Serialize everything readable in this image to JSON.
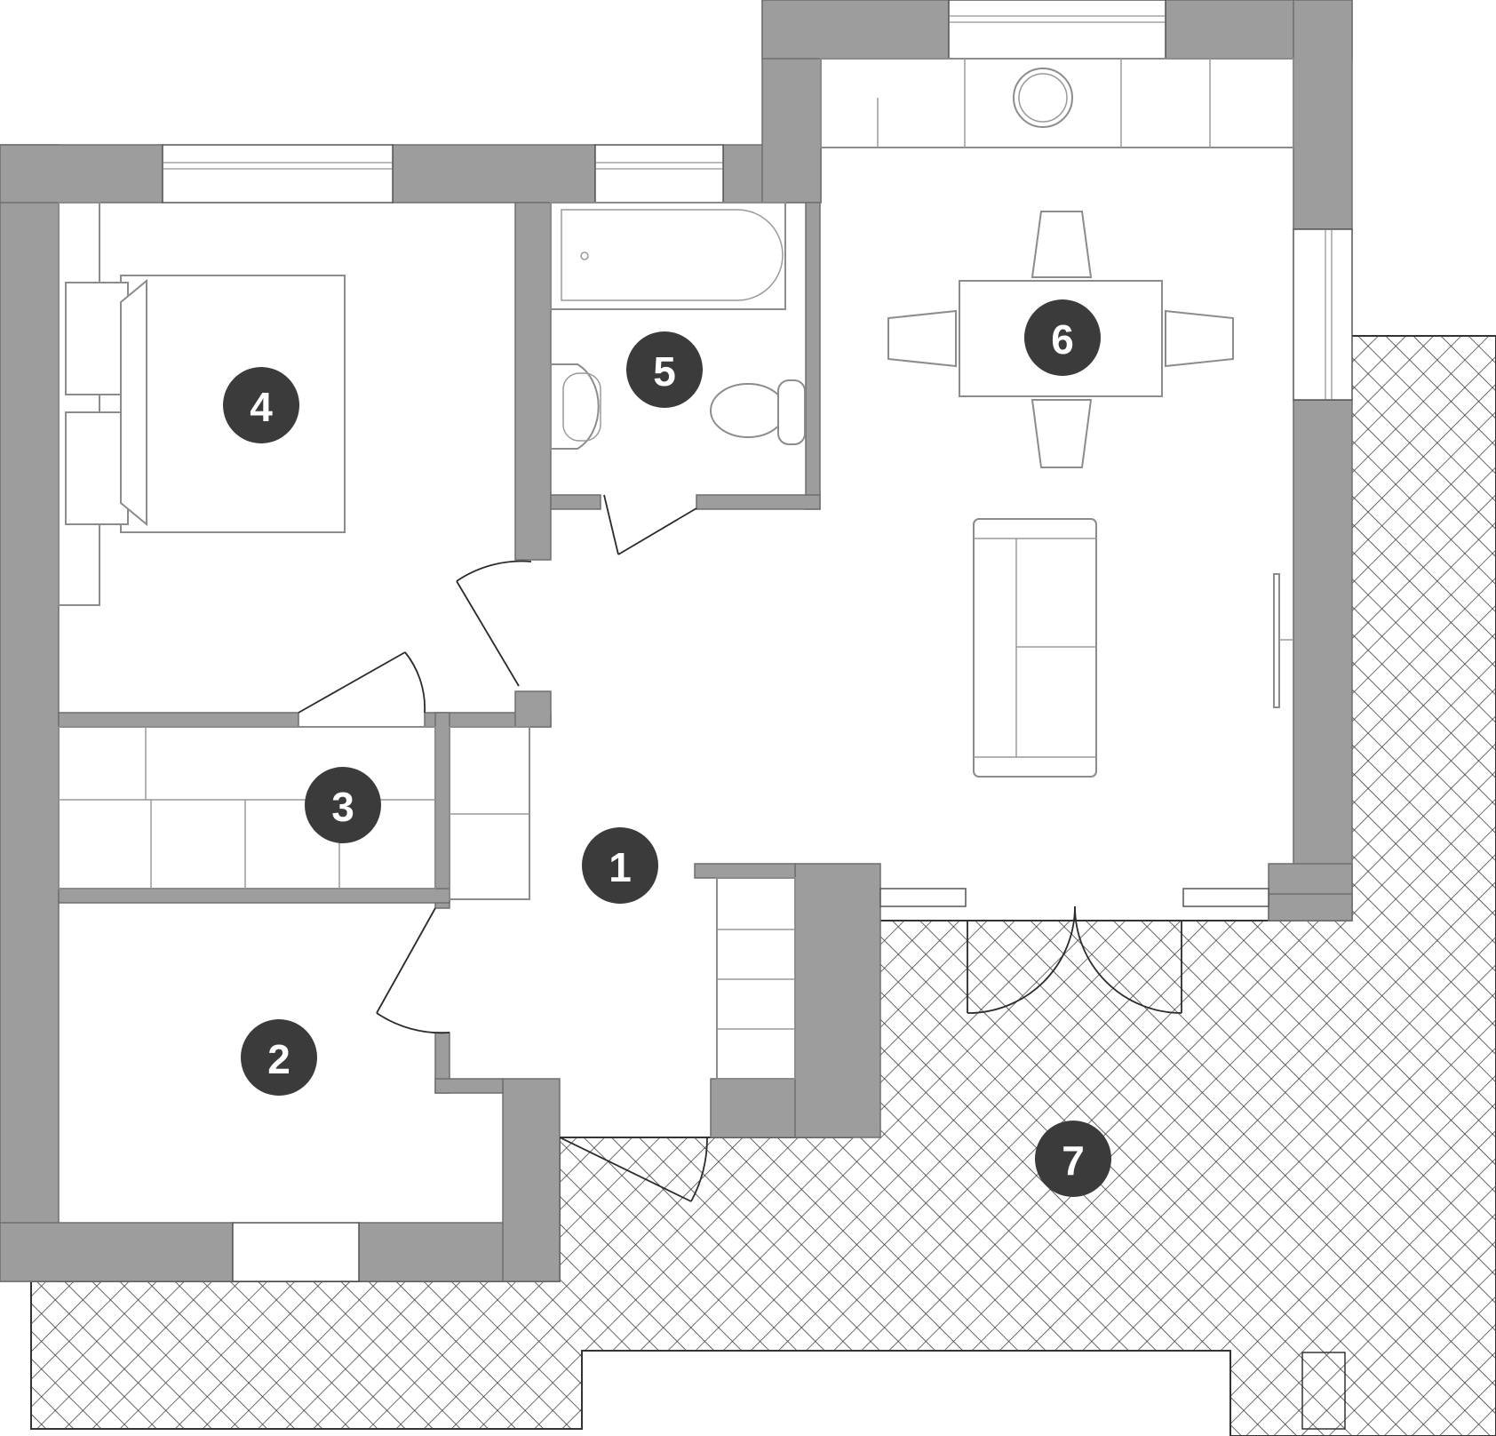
{
  "rooms": [
    {
      "id": "1",
      "label": "1"
    },
    {
      "id": "2",
      "label": "2"
    },
    {
      "id": "3",
      "label": "3"
    },
    {
      "id": "4",
      "label": "4"
    },
    {
      "id": "5",
      "label": "5"
    },
    {
      "id": "6",
      "label": "6"
    },
    {
      "id": "7",
      "label": "7"
    }
  ],
  "colors": {
    "wall": "#9d9d9d",
    "badge": "#3b3b3b",
    "badge_text": "#ffffff",
    "hatch_line": "#333333"
  }
}
